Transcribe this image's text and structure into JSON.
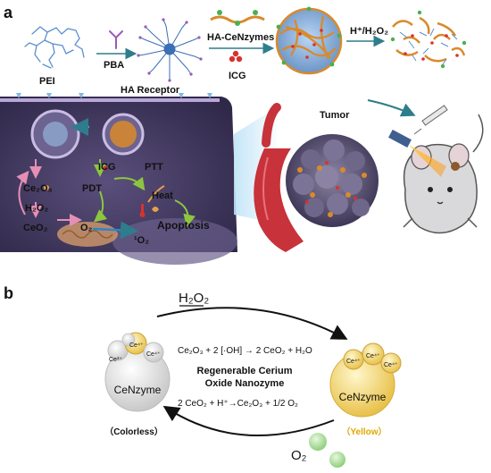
{
  "panel_a": {
    "label": "a",
    "steps": {
      "pei": "PEI",
      "pba": "PBA",
      "ha_cenzymes": "HA-CeNzymes",
      "icg": "ICG",
      "trigger": "H⁺/H₂O₂"
    },
    "cell": {
      "ha_receptor": "HA Receptor",
      "tumor": "Tumor",
      "ce2o3": "Ce₂O₃",
      "h2o2": "H₂O₂",
      "ceo2": "CeO₂",
      "icg": "ICG",
      "pdt": "PDT",
      "ptt": "PTT",
      "heat": "Heat",
      "o2": "O₂",
      "singlet_o2": "¹O₂",
      "apoptosis": "Apoptosis"
    }
  },
  "panel_b": {
    "label": "b",
    "top_reagent": "H₂O₂",
    "bottom_product": "O₂",
    "eq_top": "Ce₂O₃ + 2 [·OH] → 2 CeO₂ + H₂O",
    "center_title_line1": "Regenerable Cerium",
    "center_title_line2": "Oxide Nanozyme",
    "eq_bottom": "2 CeO₂ + H⁺→Ce₂O₃ + 1/2 O₂",
    "left_name": "CeNzyme",
    "right_name": "CeNzyme",
    "left_state": "（Colorless）",
    "right_state": "（Yellow）",
    "ce3": "Ce³⁺",
    "ce4": "Ce⁴⁺"
  },
  "colors": {
    "pei_blue": "#5b8fd0",
    "pba_purple": "#9b59b6",
    "ha_orange": "#d98a2b",
    "ha_green": "#4caf50",
    "icg_red": "#d9322e",
    "arrow_teal": "#2e7d8c",
    "cell_purple": "#4a3f6b",
    "vessel_red": "#c8323a",
    "yellow_text": "#e0a800"
  }
}
